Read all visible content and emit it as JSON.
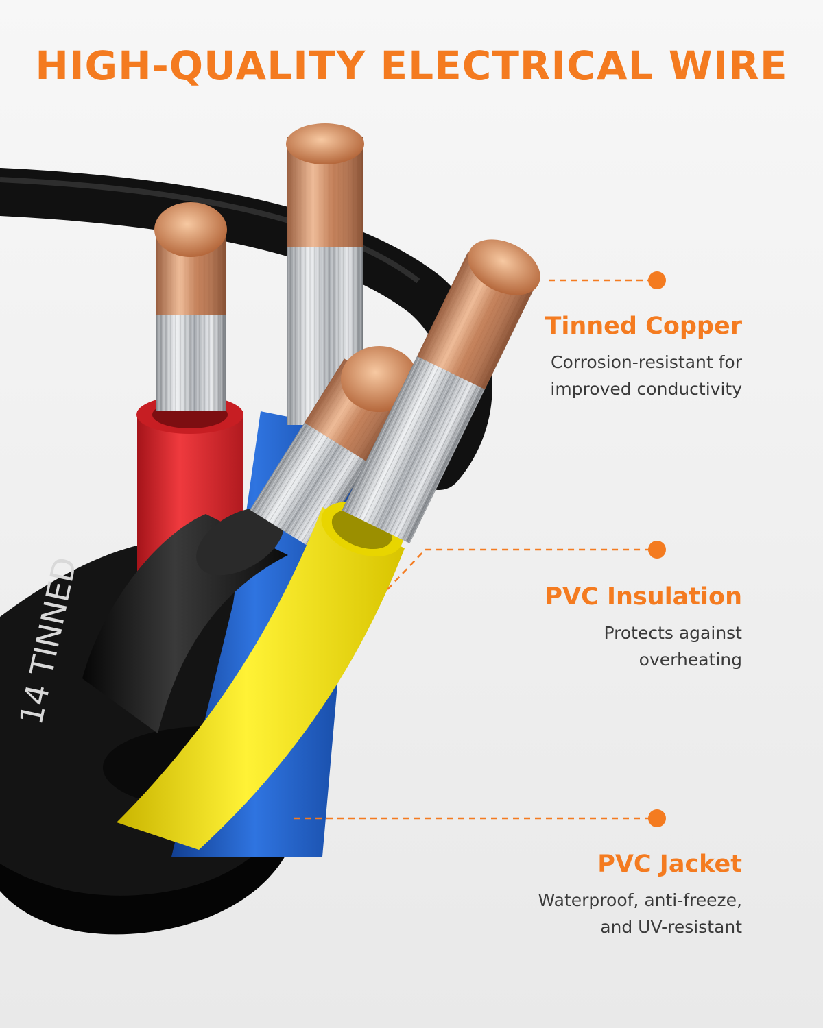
{
  "header": {
    "title": "HIGH-QUALITY ELECTRICAL WIRE"
  },
  "cable_print": {
    "text": "14 TINNED",
    "color": "#d9d9d9"
  },
  "colors": {
    "accent": "#f47b20",
    "copper": "#c97a4a",
    "tin": "#c8cbd0",
    "red_insulation": "#e0282c",
    "blue_insulation": "#1f5fcf",
    "yellow_insulation": "#f5e11a",
    "black_insulation": "#1b1b1b"
  },
  "callouts": [
    {
      "title": "Tinned Copper",
      "desc_line1": "Corrosion-resistant for",
      "desc_line2": "improved conductivity"
    },
    {
      "title": "PVC Insulation",
      "desc_line1": "Protects against",
      "desc_line2": "overheating"
    },
    {
      "title": "PVC Jacket",
      "desc_line1": "Waterproof, anti-freeze,",
      "desc_line2": "and UV-resistant"
    }
  ]
}
